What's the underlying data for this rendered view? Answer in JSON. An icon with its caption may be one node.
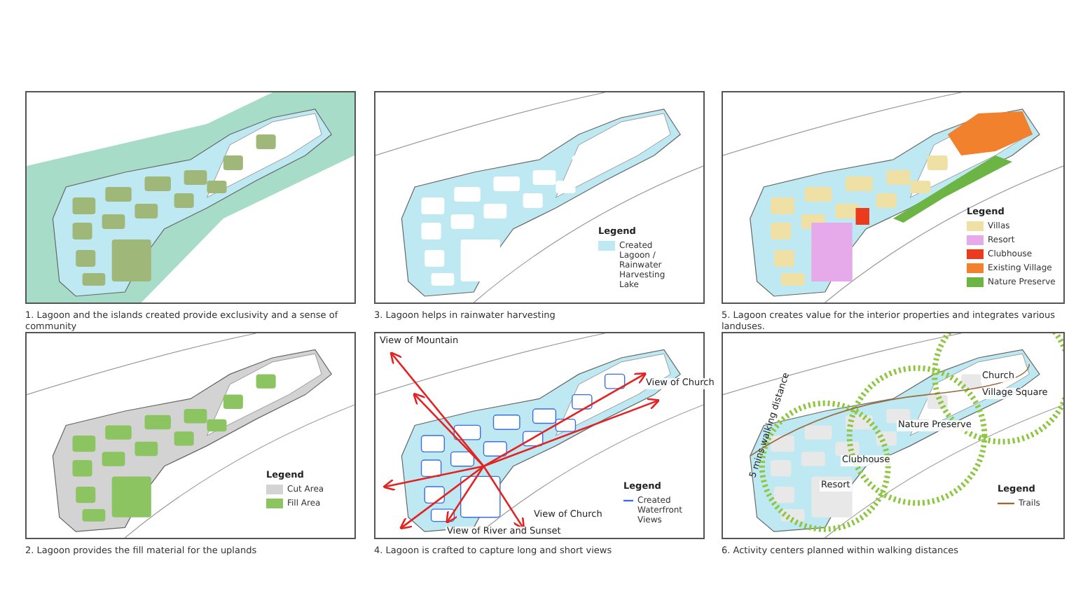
{
  "diagram": {
    "labels": [
      "1. Lagoon and the islands created provide exclusivity and a sense of community",
      "Legend",
      "3. Lagoon helps in rainwater harvesting",
      "Legend",
      "5. Lagoon creates value for the interior properties and integrates various landuses.",
      "Legend",
      "2. Lagoon provides the fill material for the uplands",
      "View of Mountain",
      "View of Church",
      "View of Church",
      "View of River and Sunset",
      "Legend",
      "4. Lagoon is crafted to capture long and short views",
      "Church",
      "Village Square",
      "5 mins walking distance",
      "Nature Preserve",
      "Clubhouse",
      "Resort",
      "Legend",
      "6. Activity centers planned within walking distances"
    ],
    "legend": [
      {
        "text": "Created Lagoon / Rainwater Harvesting Lake",
        "color": "#bfe9f2"
      },
      {
        "text": "Villas",
        "color": "#efe0a6"
      },
      {
        "text": "Resort",
        "color": "#e6a9ea"
      },
      {
        "text": "Clubhouse",
        "color": "#ea3b1e"
      },
      {
        "text": "Existing Village",
        "color": "#f2812e"
      },
      {
        "text": "Nature Preserve",
        "color": "#6cb443"
      },
      {
        "text": "Cut Area",
        "color": "#d3d3d3"
      },
      {
        "text": "Fill Area",
        "color": "#8cc462"
      },
      {
        "text": "Created Waterfront Views"
      },
      {
        "text": "Trails"
      }
    ]
  }
}
